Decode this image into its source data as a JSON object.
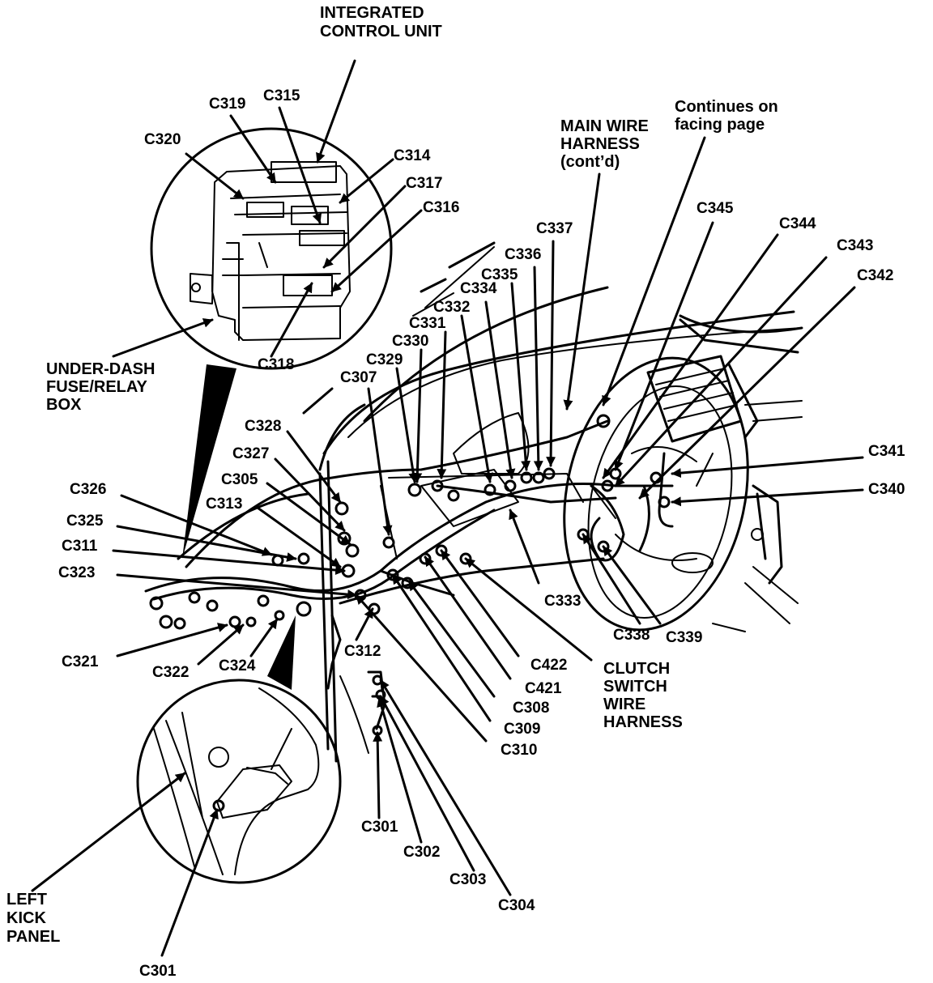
{
  "labels": {
    "integrated_control_unit": [
      "INTEGRATED",
      "CONTROL UNIT"
    ],
    "main_wire_harness": [
      "MAIN WIRE",
      "HARNESS",
      "(cont’d)"
    ],
    "continues": [
      "Continues on",
      "facing page"
    ],
    "under_dash": [
      "UNDER-DASH",
      "FUSE/RELAY",
      "BOX"
    ],
    "left_kick_panel": [
      "LEFT",
      "KICK",
      "PANEL"
    ],
    "clutch_switch": [
      "CLUTCH",
      "SWITCH",
      "WIRE",
      "HARNESS"
    ]
  },
  "connectors": {
    "c301a": "C301",
    "c301b": "C301",
    "c302": "C302",
    "c303": "C303",
    "c304": "C304",
    "c305": "C305",
    "c307": "C307",
    "c308": "C308",
    "c309": "C309",
    "c310": "C310",
    "c311": "C311",
    "c312": "C312",
    "c313": "C313",
    "c314": "C314",
    "c315": "C315",
    "c316": "C316",
    "c317": "C317",
    "c318": "C318",
    "c319": "C319",
    "c320": "C320",
    "c321": "C321",
    "c322": "C322",
    "c323": "C323",
    "c324": "C324",
    "c325": "C325",
    "c326": "C326",
    "c327": "C327",
    "c328": "C328",
    "c329": "C329",
    "c330": "C330",
    "c331": "C331",
    "c332": "C332",
    "c333": "C333",
    "c334": "C334",
    "c335": "C335",
    "c336": "C336",
    "c337": "C337",
    "c338": "C338",
    "c339": "C339",
    "c340": "C340",
    "c341": "C341",
    "c342": "C342",
    "c343": "C343",
    "c344": "C344",
    "c345": "C345",
    "c421": "C421",
    "c422": "C422"
  }
}
